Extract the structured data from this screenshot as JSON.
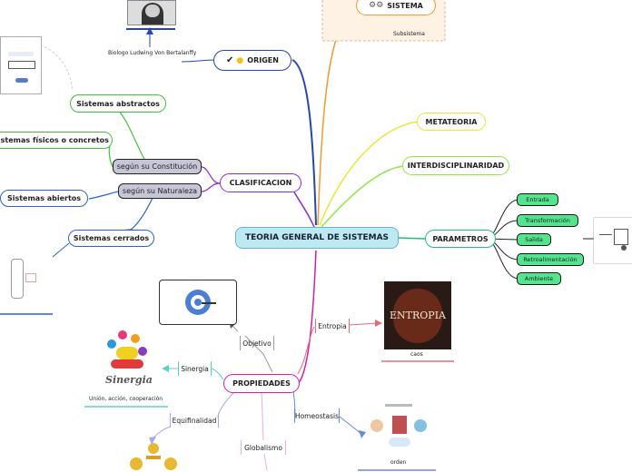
{
  "central": "TEORIA GENERAL DE SISTEMAS",
  "origen": {
    "label": "ORIGEN",
    "caption": "Biologo Ludwing Von Bertalanffy"
  },
  "sistema": {
    "label": "SISTEMA",
    "sub": "Subsistema"
  },
  "metateoria": "METATEORIA",
  "interdisciplinaridad": "INTERDISCIPLINARIDAD",
  "parametros": {
    "label": "PARAMETROS",
    "items": [
      "Entrada",
      "Transformación",
      "Salida",
      "Retroalimentación",
      "Ambiente"
    ]
  },
  "clasificacion": {
    "label": "CLASIFICACION",
    "constitucion": "según su Constitución",
    "naturaleza": "según su Naturaleza",
    "abstractos": "Sistemas  abstractos",
    "fisicos": "Sistemas físicos o concretos",
    "abiertos": "Sistemas abiertos",
    "cerrados": "Sistemas cerrados"
  },
  "propiedades": {
    "label": "PROPIEDADES",
    "objetivo": "Objetivo",
    "entropia": "Entropia",
    "entropia_caption": "caos",
    "entropia_image_text": "ENTROPIA",
    "sinergia": "Sinergia",
    "sinergia_caption": "Unión, acción, cooperación",
    "sinergia_logo_text": "Sinergia",
    "equifinalidad": "Equifinalidad",
    "homeostasis": "Homeostasis",
    "homeostasis_caption": "orden",
    "globalismo": "Globalismo"
  },
  "colors": {
    "origen": "#2346b8",
    "sistema": "#f29a2e",
    "metateoria": "#e8e83a",
    "inter": "#8fe84a",
    "parametros": "#21c07a",
    "clasificacion": "#8a2bd6",
    "abstractos": "#44c23a",
    "abiertos": "#2a62d6",
    "propiedades": "#d51fa5",
    "entropia": "#e86a7a",
    "objetivo": "#9a9a9a",
    "sinergia": "#5ad2c2",
    "equifinalidad": "#a8a8e8",
    "globalismo": "#f0a8e8",
    "homeostasis": "#6a8ad6"
  }
}
